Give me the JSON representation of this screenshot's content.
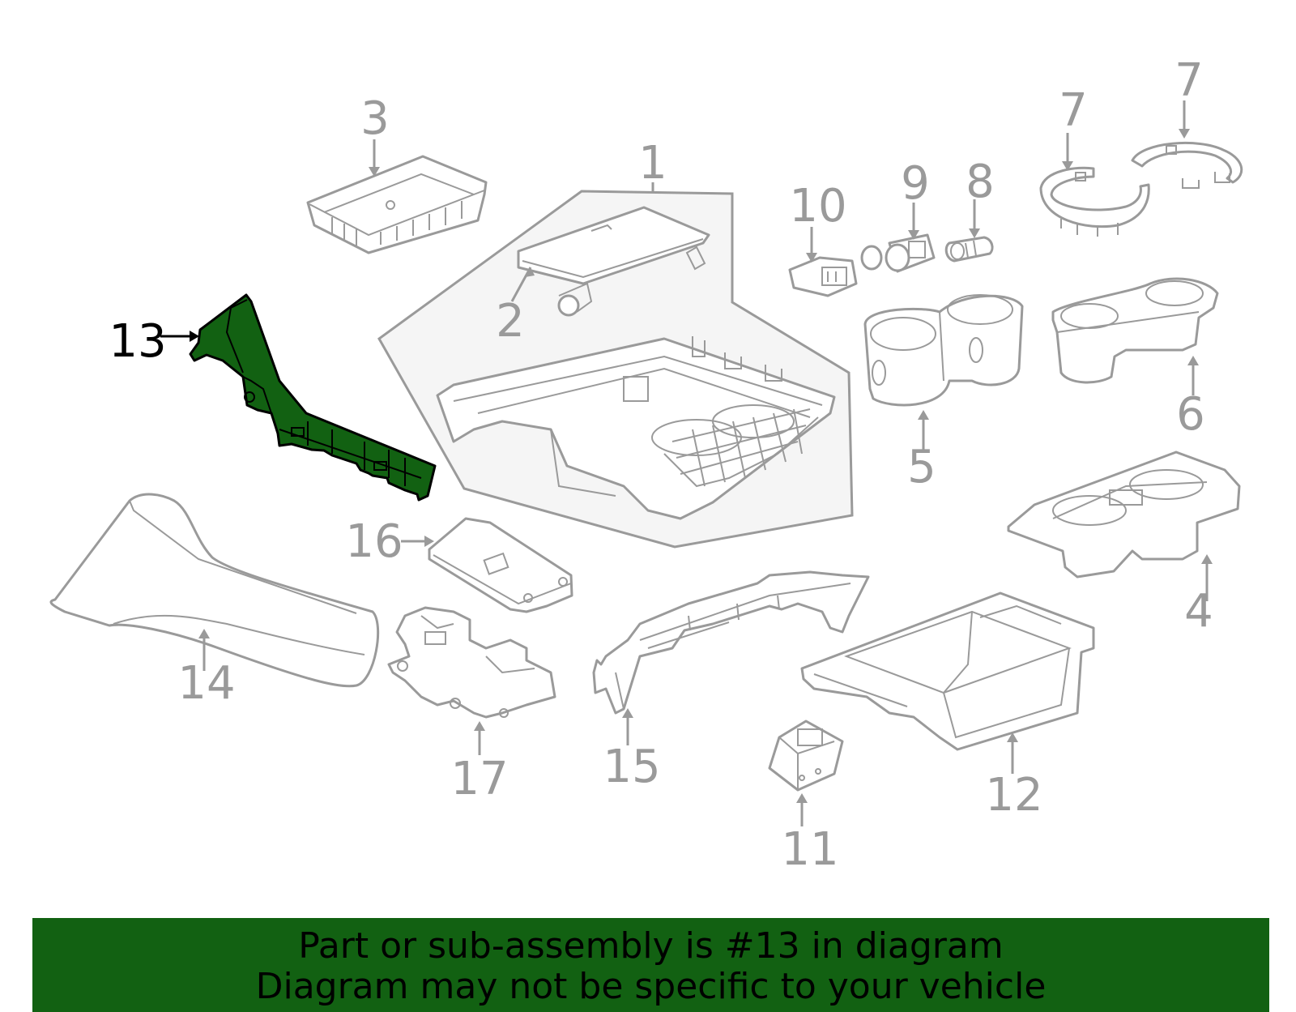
{
  "callouts": {
    "c1": "1",
    "c2": "2",
    "c3": "3",
    "c4": "4",
    "c5": "5",
    "c6": "6",
    "c7a": "7",
    "c7b": "7",
    "c8": "8",
    "c9": "9",
    "c10": "10",
    "c11": "11",
    "c12": "12",
    "c13": "13",
    "c14": "14",
    "c15": "15",
    "c16": "16",
    "c17": "17"
  },
  "highlight": {
    "part": "13",
    "color": "#126112"
  },
  "banner": {
    "line1": "Part or sub-assembly is #13 in diagram",
    "line2": "Diagram may not be specific to your vehicle"
  },
  "colors": {
    "line_art": "#9a9a9a",
    "banner_bg": "#126112",
    "group_bg": "#f5f5f5"
  }
}
